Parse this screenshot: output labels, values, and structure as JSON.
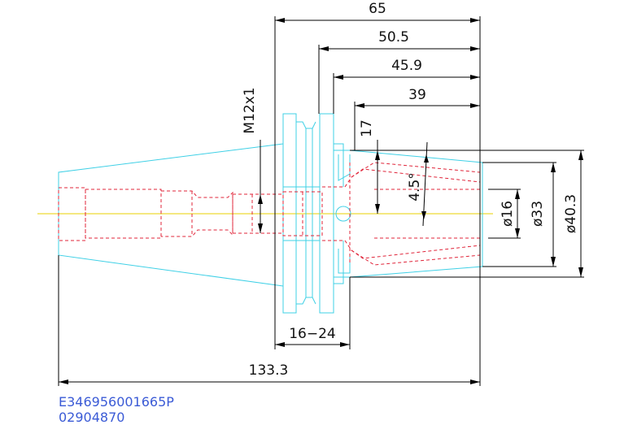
{
  "dimensions": {
    "d65": "65",
    "d50_5": "50.5",
    "d45_9": "45.9",
    "d39": "39",
    "d17": "17",
    "m12": "M12x1",
    "angle": "4.5°",
    "dia16": "ø16",
    "dia33": "ø33",
    "dia40_3": "ø40.3",
    "range": "16−24",
    "total": "133.3"
  },
  "codes": {
    "line1": "E346956001665P",
    "line2": "02904870"
  },
  "colors": {
    "outline": "#3fd0e6",
    "hidden": "#e0253a",
    "centerline": "#e8d000",
    "dimension": "#000000",
    "code_text": "#3b5bd6"
  }
}
